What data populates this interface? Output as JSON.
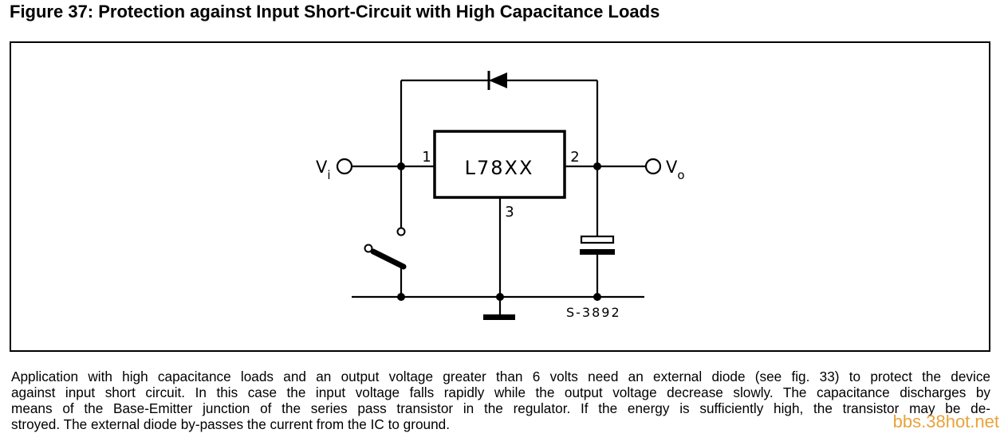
{
  "figure": {
    "title": "Figure 37: Protection against Input Short-Circuit with High Capacitance Loads"
  },
  "circuit": {
    "ic_label": "L78XX",
    "pin_1": "1",
    "pin_2": "2",
    "pin_3": "3",
    "vi_main": "V",
    "vi_sub": "i",
    "vo_main": "V",
    "vo_sub": "o",
    "ref_code": "S-3892"
  },
  "caption": {
    "line1": "Application with high capacitance loads and an output voltage greater than 6 volts need an external diode (see fig. 33) to protect the device",
    "line2": "against input short circuit. In this case the input voltage falls rapidly while the output voltage decrease slowly. The capacitance discharges by",
    "line3": "means of the Base-Emitter junction of the series pass transistor in the regulator. If the energy is sufficiently high, the transistor may be de-",
    "line4": "stroyed. The external diode by-passes the current from the IC to ground."
  },
  "watermark": "bbs.38hot.net"
}
